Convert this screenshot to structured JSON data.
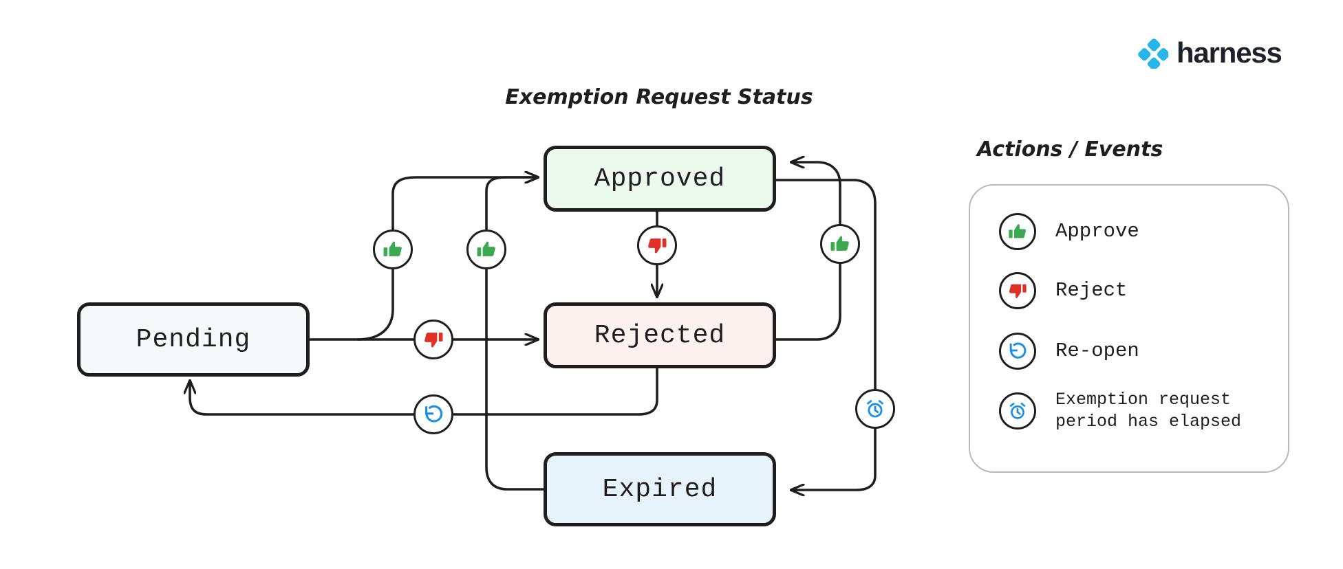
{
  "brand": {
    "name": "harness",
    "logo_icon": "harness-diamond-logo",
    "color": "#27b4e8"
  },
  "diagram": {
    "title": "Exemption Request Status",
    "states": [
      {
        "id": "pending",
        "label": "Pending",
        "fill": "#f7f8f9",
        "border": "#1e1e1e"
      },
      {
        "id": "approved",
        "label": "Approved",
        "fill": "#ecfaee",
        "border": "#1e1e1e"
      },
      {
        "id": "rejected",
        "label": "Rejected",
        "fill": "#fdf1f0",
        "border": "#1e1e1e"
      },
      {
        "id": "expired",
        "label": "Expired",
        "fill": "#e7f3fb",
        "border": "#1e1e1e"
      }
    ],
    "transitions": [
      {
        "from": "pending",
        "to": "approved",
        "action": "approve"
      },
      {
        "from": "pending",
        "to": "rejected",
        "action": "reject"
      },
      {
        "from": "approved",
        "to": "rejected",
        "action": "reject"
      },
      {
        "from": "rejected",
        "to": "approved",
        "action": "approve"
      },
      {
        "from": "rejected",
        "to": "pending",
        "action": "reopen"
      },
      {
        "from": "expired",
        "to": "approved",
        "action": "approve"
      },
      {
        "from": "approved",
        "to": "expired",
        "action": "expire"
      }
    ]
  },
  "legend": {
    "title": "Actions / Events",
    "items": [
      {
        "icon": "thumbs-up-icon",
        "icon_color": "#3aa94f",
        "label": "Approve"
      },
      {
        "icon": "thumbs-down-icon",
        "icon_color": "#e03127",
        "label": "Reject"
      },
      {
        "icon": "reopen-icon",
        "icon_color": "#1a8fe3",
        "label": "Re-open"
      },
      {
        "icon": "alarm-clock-icon",
        "icon_color": "#1a8fe3",
        "label": "Exemption request\nperiod has elapsed"
      }
    ]
  }
}
